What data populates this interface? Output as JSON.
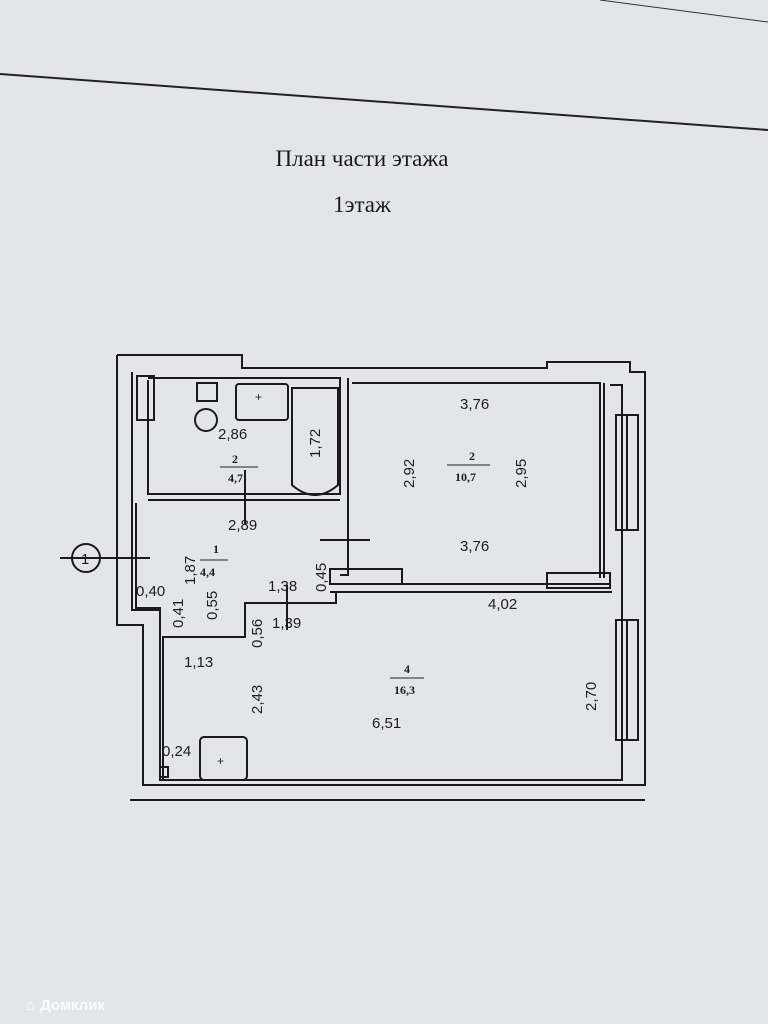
{
  "title": "План части этажа",
  "floor": "1этаж",
  "axis_marker": "1",
  "watermark": "Домклик",
  "rooms": [
    {
      "number": "2",
      "area": "4,7"
    },
    {
      "number": "2",
      "area": "10,7"
    },
    {
      "number": "1",
      "area": "4,4"
    },
    {
      "number": "4",
      "area": "16,3"
    }
  ],
  "dimensions": {
    "room2_top": "3,76",
    "bath_width": "2,86",
    "tub_length": "1,72",
    "room2_left": "2,92",
    "room2_right": "2,95",
    "hall_top": "2,89",
    "hall_left": "1,87",
    "room2_bottom": "3,76",
    "hall_door": "0,45",
    "hall_mid": "1,38",
    "hall_niche": "0,40",
    "hall_step": "0,55",
    "hall_niche2": "0,41",
    "room4_top": "4,02",
    "hall_bottom": "1,39",
    "room4_step": "0,56",
    "room4_left_top": "1,13",
    "room4_left": "2,43",
    "room4_right": "2,70",
    "room4_bottom": "6,51",
    "corner": "0,24"
  }
}
